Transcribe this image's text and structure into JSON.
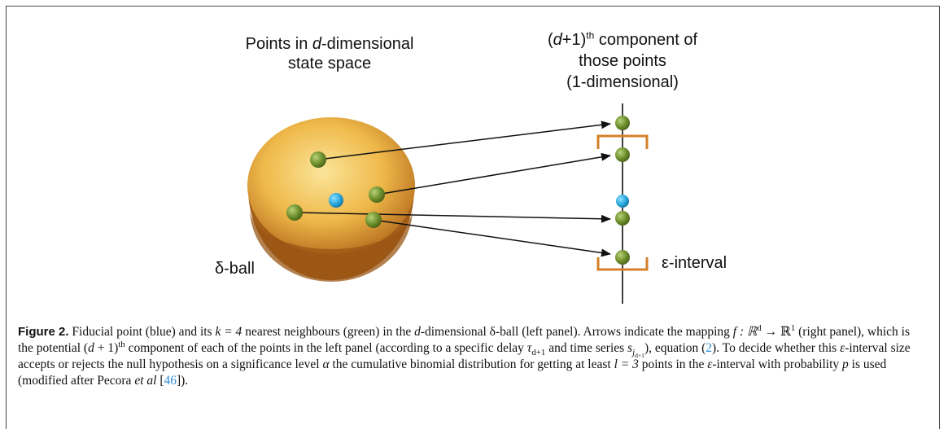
{
  "labels": {
    "left_title_line1": "Points in ",
    "left_title_italic": "d",
    "left_title_line1_end": "-dimensional",
    "left_title_line2": "state space",
    "right_title_open": "(",
    "right_title_d": "d",
    "right_title_plus": "+1)",
    "right_title_th": "th",
    "right_title_line1_end": " component of",
    "right_title_line2": "those points",
    "right_title_line3": "(1-dimensional)",
    "delta_ball": "δ-ball",
    "epsilon_interval": "ε-interval"
  },
  "colors": {
    "ball": "#e8b040",
    "green_point": "#6d8f2c",
    "blue_point": "#2aa8de",
    "bracket": "#d4802a",
    "arrow": "#111111"
  },
  "caption": {
    "label": "Figure 2.",
    "p1": " Fiducial point (blue) and its ",
    "k_eq": "k = 4",
    "p2": " nearest neighbours (green) in the ",
    "d1": "d",
    "p3": "-dimensional δ-ball (left panel). Arrows indicate the mapping ",
    "map": "f : ℝ",
    "sup_d": "d",
    "map_arrow": " → ℝ",
    "sup_1": "1",
    "p4": " (right panel), which is the potential (",
    "d2": "d",
    "p5": " + 1)",
    "sup_th": "th",
    "p6": " component of each of the points in the left panel (according to a specific delay ",
    "tau": "τ",
    "sub_tau": "d+1",
    "p7": " and time series ",
    "s": "s",
    "sub_s": "j",
    "sub_s2": "d+1",
    "p8": "), equation (",
    "eq_ref": "2",
    "p9": "). To decide whether this ",
    "eps": "ε",
    "p10": "-interval size accepts or rejects the null hypothesis on a significance level ",
    "alpha": "α",
    "p11": " the cumulative binomial distribution for getting at least ",
    "l_eq": "l = 3",
    "p12": " points in the ",
    "eps2": "ε",
    "p13": "-interval with probability ",
    "p": "p",
    "p14": " is used (modified after Pecora ",
    "etal": "et al",
    "p15": " [",
    "cite": "46",
    "p16": "])."
  }
}
